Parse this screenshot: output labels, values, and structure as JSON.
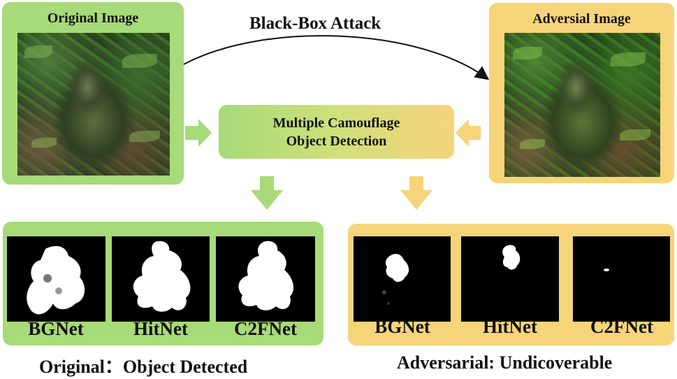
{
  "attack_label": "Black-Box Attack",
  "original_box": {
    "title": "Original Image"
  },
  "adversarial_box": {
    "title": "Adversial Image"
  },
  "center_box": {
    "line1": "Multiple Camouflage",
    "line2": "Object Detection"
  },
  "original_models": [
    "BGNet",
    "HitNet",
    "C2FNet"
  ],
  "adversarial_models": [
    "BGNet",
    "HitNet",
    "C2FNet"
  ],
  "captions": {
    "original": "Original：Object Detected",
    "adversarial": "Adversarial: Undicoverable"
  },
  "colors": {
    "green": "#a7da78",
    "yellow": "#f6d47a",
    "arrow_green": "#a7da78",
    "arrow_yellow": "#f6d47a"
  }
}
